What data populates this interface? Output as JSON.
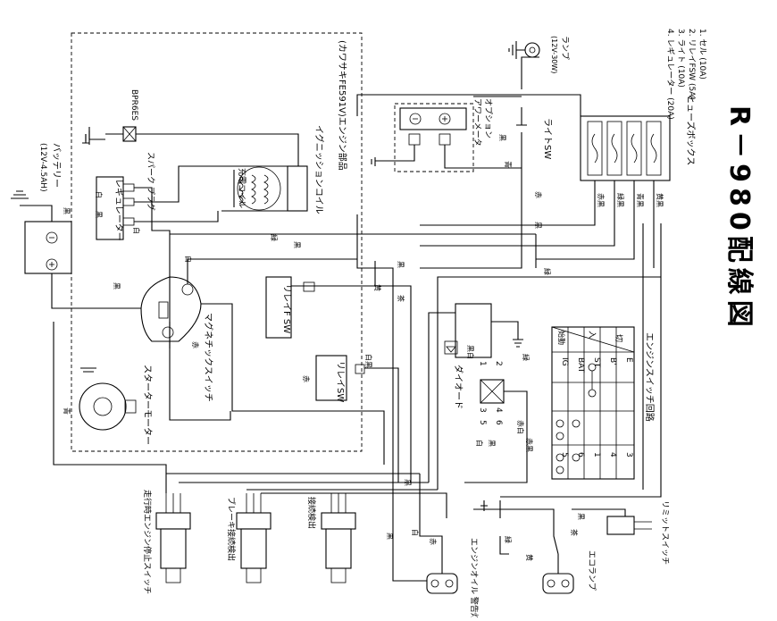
{
  "title": "R－980配線図",
  "components": {
    "battery": "バッテリー",
    "battery_spec": "(12V-4.5AH)",
    "regulator": "レギュレーター",
    "spark_plug": "スパーク\nプラグ",
    "bpr6es": "BPR6ES",
    "charge_coil": "充電コイル",
    "ignition_coil": "イグニッションコイル",
    "engine_parts": "(カワサキFE591V)エンジン部品",
    "magnetic_switch": "マグネチックスイッチ",
    "starter_motor": "スターターモーター",
    "relay_f_sw": "リレイF SW",
    "relay_sw": "リレイSW",
    "diode": "ダイオード",
    "option": "オプション",
    "ammeter": "アワーメータ",
    "light_sw": "ライトSW",
    "lamp": "ランプ",
    "lamp_spec": "(12V-30W)",
    "fuse_box": "ヒューズボックス",
    "fuse_list": [
      "1. セル (10A)",
      "2. リレイFSW (5A)",
      "3. ライト (10A)",
      "4. レギュレーター (20A)"
    ],
    "engine_switch": "エンジンスイッチ回路",
    "neutral_switch": "ブレーキ接続検出",
    "detect_switch": "接続検出",
    "engine_stop_switch": "走行時エンジン停止スイッチ",
    "engine_oil": "エンジンオイル\n警告灯",
    "eco_lamp": "エコランプ",
    "limit_switch": "リミットスイッチ"
  },
  "wire_colors": [
    "黒",
    "白",
    "赤",
    "緑",
    "青",
    "黄",
    "茶",
    "白黒",
    "赤黒",
    "緑黒",
    "青黒",
    "黄黒"
  ],
  "switch_table": {
    "header": [
      "切",
      "入",
      "始動"
    ],
    "cols": [
      "E",
      "B'",
      "ST",
      "BAT",
      "IG"
    ],
    "nums": [
      "3",
      "4",
      "1",
      "6",
      "5"
    ]
  },
  "diode_pins": [
    "1",
    "2",
    "3",
    "4",
    "5",
    "6"
  ],
  "diode_pin_colors": [
    "黒白",
    "緑",
    "赤白",
    "赤黒",
    "黒",
    "白"
  ]
}
